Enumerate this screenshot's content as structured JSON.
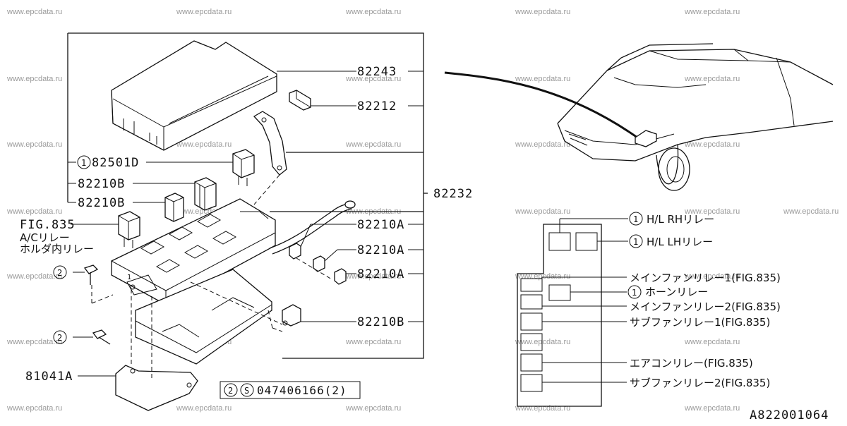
{
  "watermark": "www.epcdata.ru",
  "diagram_id": "A822001064",
  "callout_numbers": {
    "one": "1",
    "two": "2",
    "s": "S"
  },
  "parts": {
    "cover": "82243",
    "clip": "82212",
    "box": "82232",
    "relay_d": "82501D",
    "fuse_b1": "82210B",
    "fuse_b2": "82210B",
    "fuse_a1": "82210A",
    "fuse_a2": "82210A",
    "fuse_a3": "82210A",
    "fuse_b3": "82210B",
    "bracket": "81041A",
    "screw_spec": "047406166(2)"
  },
  "fig_ref": {
    "fig": "FIG.835",
    "line1": "A/Cリレー",
    "line2": "ホルダ内リレー"
  },
  "relay_map": {
    "hl_rh": "H/L RHリレー",
    "hl_lh": "H/L LHリレー",
    "main_fan_1": "メインファンリレー1(FIG.835)",
    "horn": "ホーンリレー",
    "main_fan_2": "メインファンリレー2(FIG.835)",
    "sub_fan_1": "サブファンリレー1(FIG.835)",
    "aircon": "エアコンリレー(FIG.835)",
    "sub_fan_2": "サブファンリレー2(FIG.835)"
  }
}
